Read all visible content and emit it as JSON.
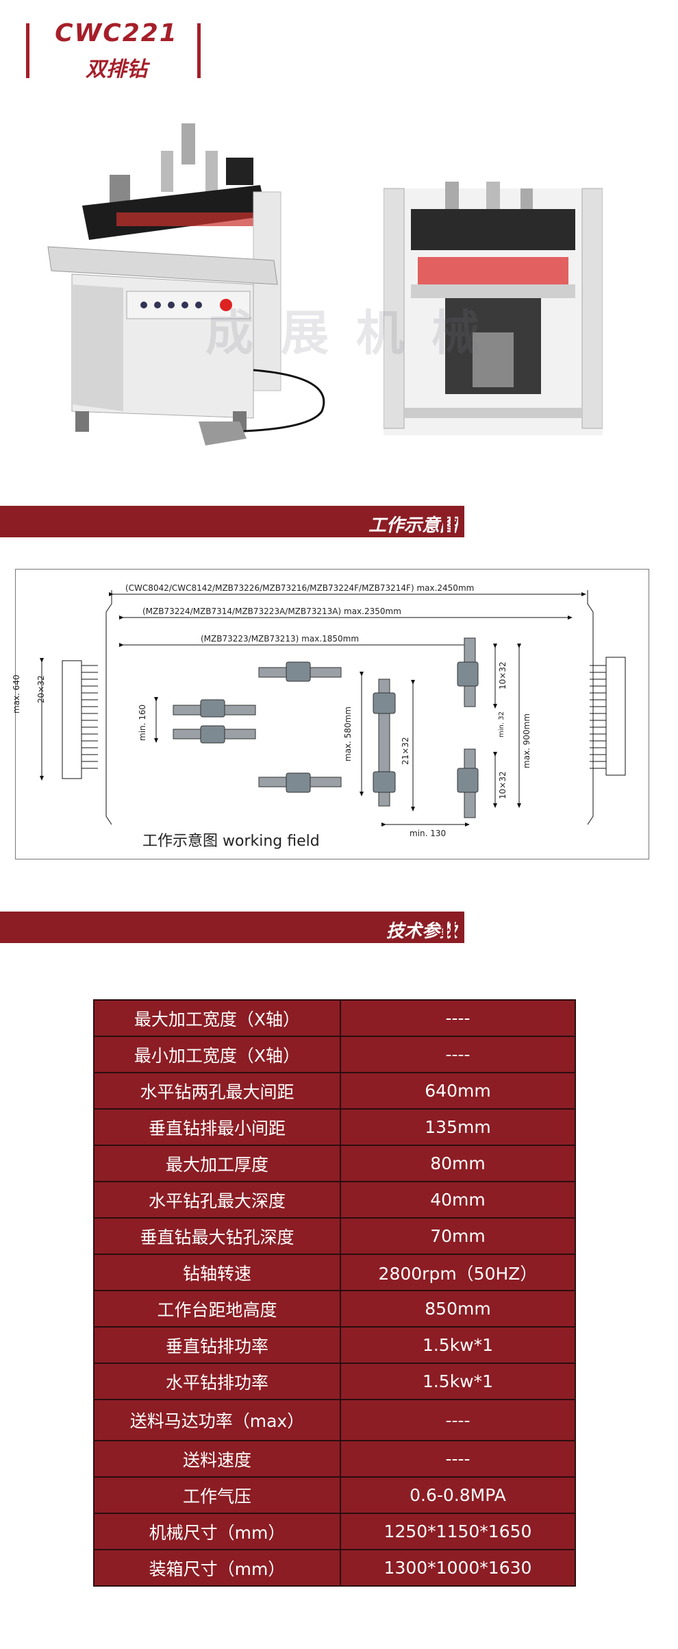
{
  "header": {
    "model": "CWC221",
    "name": "双排钻"
  },
  "photos": {
    "watermark": "成展机械"
  },
  "sections": {
    "diagram_title": "工作示意图",
    "spec_title": "技术参数"
  },
  "diagram": {
    "range_1": "(CWC8042/CWC8142/MZB73226/MZB73216/MZB73224F/MZB73214F)  max.2450mm",
    "range_2": "(MZB73224/MZB7314/MZB73223A/MZB73213A)  max.2350mm",
    "range_3": "(MZB73223/MZB73213)  max.1850mm",
    "left_max": "max. 640",
    "left_pitch": "20×32",
    "min_160": "min. 160",
    "max_580": "max. 580mm",
    "v_21x32": "21×32",
    "min_130": "min. 130",
    "r_10x32_top": "10×32",
    "r_min32": "min. 32",
    "r_10x32_bot": "10×32",
    "r_max900": "max. 900mm",
    "caption": "工作示意图  working field"
  },
  "specs": [
    {
      "label": "最大加工宽度（X轴）",
      "value": "----"
    },
    {
      "label": "最小加工宽度（X轴）",
      "value": "----"
    },
    {
      "label": "水平钻两孔最大间距",
      "value": "640mm"
    },
    {
      "label": "垂直钻排最小间距",
      "value": "135mm"
    },
    {
      "label": "最大加工厚度",
      "value": "80mm"
    },
    {
      "label": "水平钻孔最大深度",
      "value": "40mm"
    },
    {
      "label": "垂直钻最大钻孔深度",
      "value": "70mm"
    },
    {
      "label": "钻轴转速",
      "value": "2800rpm（50HZ）"
    },
    {
      "label": "工作台距地高度",
      "value": "850mm"
    },
    {
      "label": "垂直钻排功率",
      "value": "1.5kw*1"
    },
    {
      "label": "水平钻排功率",
      "value": "1.5kw*1"
    },
    {
      "label": "送料马达功率（max）",
      "value": "----"
    },
    {
      "label": "送料速度",
      "value": "----"
    },
    {
      "label": "工作气压",
      "value": "0.6-0.8MPA"
    },
    {
      "label": "机械尺寸（mm）",
      "value": "1250*1150*1650"
    },
    {
      "label": "装箱尺寸（mm）",
      "value": "1300*1000*1630"
    }
  ]
}
